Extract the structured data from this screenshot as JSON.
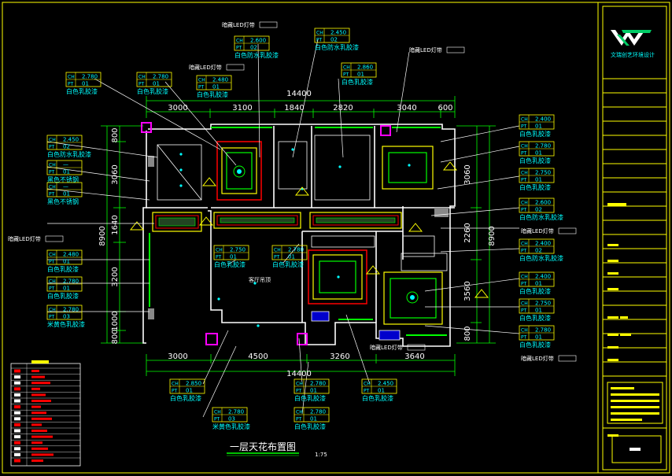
{
  "title": "一层天花布置图",
  "scale": "1:75",
  "company": "文瑞创艺环境设计",
  "total_width": "14400",
  "top_dims": [
    "3000",
    "3100",
    "1840",
    "2820",
    "3040",
    "600"
  ],
  "bottom_dims": [
    "3000",
    "4500",
    "3260",
    "3640"
  ],
  "left_dims": [
    "800",
    "3060",
    "1640",
    "8900",
    "3200",
    "1000",
    "800"
  ],
  "right_dims": [
    "3060",
    "2260",
    "8900",
    "3560",
    "800"
  ],
  "room_label": "客厅吊顶",
  "light_strip_label": "暗藏LED灯带",
  "tags": [
    {
      "ch": "2.600",
      "pt": "02",
      "mat": "白色防水乳胶漆"
    },
    {
      "ch": "2.450",
      "pt": "02",
      "mat": "白色防水乳胶漆"
    },
    {
      "ch": "2.780",
      "pt": "01",
      "mat": "白色乳胶漆"
    },
    {
      "ch": "2.780",
      "pt": "01",
      "mat": "白色乳胶漆"
    },
    {
      "ch": "2.480",
      "pt": "01",
      "mat": "白色乳胶漆"
    },
    {
      "ch": "2.860",
      "pt": "01",
      "mat": "白色乳胶漆"
    },
    {
      "ch": "2.450",
      "pt": "02",
      "mat": "白色防水乳胶漆"
    },
    {
      "ch": "—",
      "pt": "01",
      "mat": "黑色不锈钢"
    },
    {
      "ch": "—",
      "pt": "01",
      "mat": "黑色不锈钢"
    },
    {
      "ch": "2.480",
      "pt": "01",
      "mat": "白色乳胶漆"
    },
    {
      "ch": "2.780",
      "pt": "01",
      "mat": "白色乳胶漆"
    },
    {
      "ch": "2.780",
      "pt": "03",
      "mat": "米黄色乳胶漆"
    },
    {
      "ch": "2.750",
      "pt": "01",
      "mat": "白色乳胶漆"
    },
    {
      "ch": "2.780",
      "pt": "01",
      "mat": "白色乳胶漆"
    },
    {
      "ch": "2.400",
      "pt": "01",
      "mat": "白色乳胶漆"
    },
    {
      "ch": "2.780",
      "pt": "01",
      "mat": "白色乳胶漆"
    },
    {
      "ch": "2.750",
      "pt": "01",
      "mat": "白色乳胶漆"
    },
    {
      "ch": "2.600",
      "pt": "02",
      "mat": "白色防水乳胶漆"
    },
    {
      "ch": "2.400",
      "pt": "02",
      "mat": "白色防水乳胶漆"
    },
    {
      "ch": "2.400",
      "pt": "01",
      "mat": "白色乳胶漆"
    },
    {
      "ch": "2.750",
      "pt": "01",
      "mat": "白色乳胶漆"
    },
    {
      "ch": "2.780",
      "pt": "01",
      "mat": "白色乳胶漆"
    },
    {
      "ch": "2.850",
      "pt": "01",
      "mat": "白色乳胶漆"
    },
    {
      "ch": "2.780",
      "pt": "01",
      "mat": "白色乳胶漆"
    },
    {
      "ch": "2.450",
      "pt": "01",
      "mat": "白色乳胶漆"
    },
    {
      "ch": "2.780",
      "pt": "03",
      "mat": "米黄色乳胶漆"
    },
    {
      "ch": "2.780",
      "pt": "01",
      "mat": "白色乳胶漆"
    }
  ],
  "colors": {
    "green": "#00ff00",
    "yellow": "#ffff00",
    "cyan": "#00ffff",
    "magenta": "#ff00ff",
    "red": "#ff0000",
    "white": "#ffffff",
    "blue": "#0000ff"
  }
}
